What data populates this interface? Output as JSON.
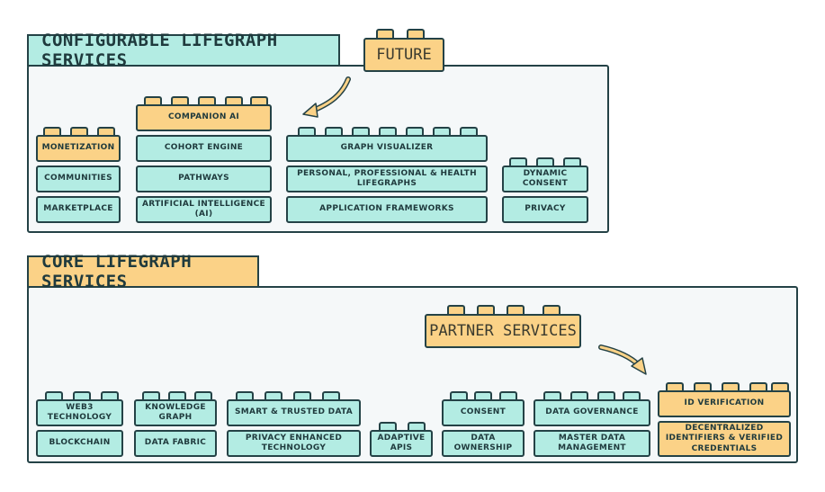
{
  "top": {
    "title": "CONFIGURABLE LIFEGRAPH SERVICES",
    "future_label": "FUTURE",
    "bricks": {
      "monetization": "MONETIZATION",
      "communities": "COMMUNITIES",
      "marketplace": "MARKETPLACE",
      "companion_ai": "COMPANION AI",
      "cohort_engine": "COHORT ENGINE",
      "pathways": "PATHWAYS",
      "ai": "ARTIFICIAL INTELLIGENCE (AI)",
      "graph_visualizer": "GRAPH VISUALIZER",
      "lifegraphs": "PERSONAL, PROFESSIONAL & HEALTH LIFEGRAPHS",
      "app_frameworks": "APPLICATION FRAMEWORKS",
      "dynamic_consent": "DYNAMIC CONSENT",
      "privacy": "PRIVACY"
    }
  },
  "core": {
    "title": "CORE LIFEGRAPH SERVICES",
    "partner_label": "PARTNER SERVICES",
    "bricks": {
      "web3": "WEB3 TECHNOLOGY",
      "blockchain": "BLOCKCHAIN",
      "knowledge_graph": "KNOWLEDGE GRAPH",
      "data_fabric": "DATA FABRIC",
      "smart_data": "SMART & TRUSTED DATA",
      "privacy_tech": "PRIVACY ENHANCED TECHNOLOGY",
      "adaptive_apis": "ADAPTIVE APIS",
      "consent": "CONSENT",
      "data_ownership": "DATA OWNERSHIP",
      "data_governance": "DATA GOVERNANCE",
      "master_data": "MASTER DATA MANAGEMENT",
      "id_verification": "ID VERIFICATION",
      "decentralized_ids": "DECENTRALIZED IDENTIFIERS & VERIFIED CREDENTIALS"
    }
  },
  "colors": {
    "teal": "#b3ece3",
    "orange": "#fbd287",
    "outline": "#244246",
    "panel": "#f5f8f9"
  }
}
